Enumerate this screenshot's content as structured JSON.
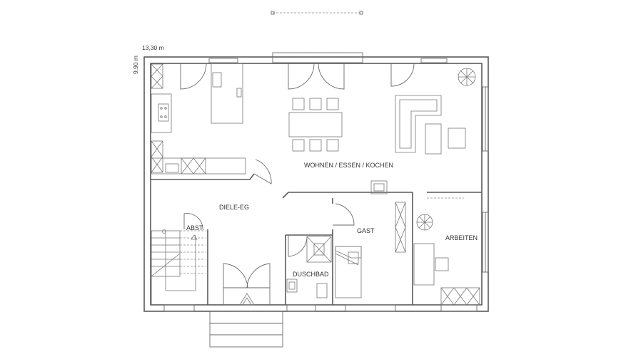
{
  "dimensions": {
    "width_label": "13,30 m",
    "height_label": "9.90 m"
  },
  "rooms": {
    "living": "WOHNEN / ESSEN / KOCHEN",
    "hall": "DIELE-EG",
    "storage": "ABST.",
    "guest": "GAST",
    "work": "ARBEITEN",
    "shower": "DUSCHBAD"
  },
  "colors": {
    "wall": "#5a5a5a",
    "background": "#ffffff"
  }
}
